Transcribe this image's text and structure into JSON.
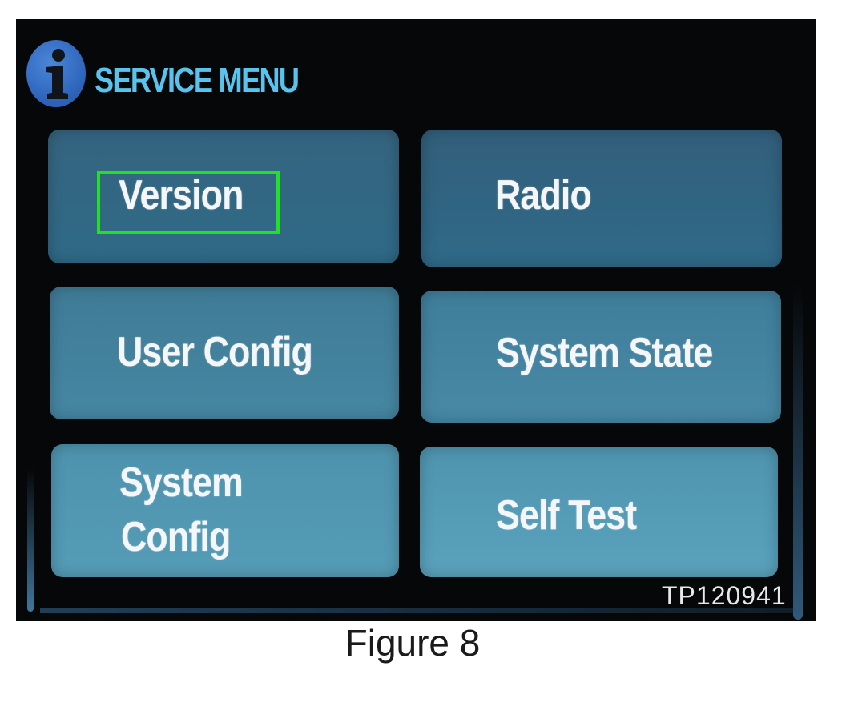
{
  "screen": {
    "title": "SERVICE MENU",
    "title_icon": "info-icon",
    "colors": {
      "title": "#58c3ec",
      "background": "#050708",
      "highlight": "#22e024",
      "button_text": "#f4f6f8"
    },
    "buttons": [
      {
        "label": "Version",
        "highlighted": true
      },
      {
        "label": "Radio"
      },
      {
        "label": "User Config"
      },
      {
        "label": "System State"
      },
      {
        "label": "System",
        "label_line2": "Config"
      },
      {
        "label": "Self Test"
      }
    ],
    "image_code": "TP120941"
  },
  "caption": "Figure 8"
}
